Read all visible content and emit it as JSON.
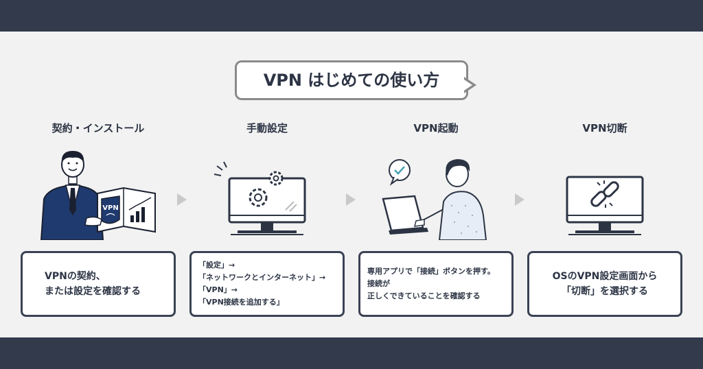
{
  "title": "VPN はじめての使い方",
  "steps": [
    {
      "label": "契約・インストール",
      "badge": "VPN",
      "lines": [
        "VPNの契約、",
        "または設定を確認する"
      ]
    },
    {
      "label": "手動設定",
      "lines": [
        "「設定」→",
        "「ネットワークとインターネット」→",
        "「VPN」→",
        "「VPN接続を追加する」"
      ]
    },
    {
      "label": "VPN起動",
      "lines": [
        "専用アプリで「接続」ボタンを押す。",
        "接続が",
        "正しくできていることを確認する"
      ]
    },
    {
      "label": "VPN切断",
      "lines": [
        "OSのVPN設定画面から",
        "「切断」を選択する"
      ]
    }
  ],
  "colors": {
    "navy": "#323a4c",
    "suit": "#1f3a6e",
    "card_border": "#3a4254",
    "check": "#4aa3b5"
  }
}
